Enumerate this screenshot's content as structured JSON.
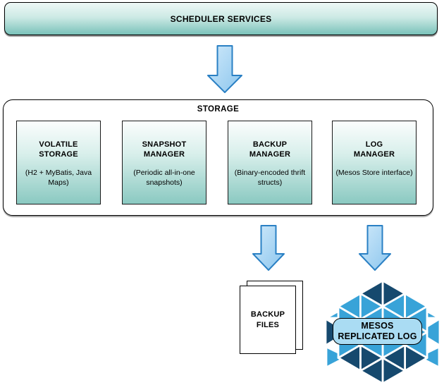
{
  "colors": {
    "teal_top": "#eef8f6",
    "teal_bottom": "#7ac2ba",
    "box_teal_top": "#fbfdfd",
    "box_teal_bottom": "#8ac9c1",
    "arrow_fill_light": "#cfe9fa",
    "arrow_fill_dark": "#8cc6ee",
    "arrow_stroke": "#2a80c4",
    "logo_light": "#38a3d8",
    "logo_dark": "#16496e",
    "label_bg": "#aadcf3"
  },
  "scheduler": {
    "title": "SCHEDULER SERVICES"
  },
  "storage": {
    "title": "STORAGE",
    "boxes": [
      {
        "title": "VOLATILE STORAGE",
        "subtitle": "(H2 + MyBatis, Java Maps)"
      },
      {
        "title": "SNAPSHOT MANAGER",
        "subtitle": "(Periodic all-in-one snapshots)"
      },
      {
        "title": "BACKUP MANAGER",
        "subtitle": "(Binary-encoded thrift structs)"
      },
      {
        "title": "LOG MANAGER",
        "subtitle": "(Mesos Store interface)"
      }
    ]
  },
  "backup_files": {
    "lines": [
      "BACKUP",
      "FILES"
    ]
  },
  "mesos_log": {
    "lines": [
      "MESOS",
      "REPLICATED LOG"
    ]
  },
  "icons": {
    "flow_arrow": "down-arrow",
    "backup_files": "stacked-documents",
    "mesos": "mesos-hexagon-mosaic"
  }
}
